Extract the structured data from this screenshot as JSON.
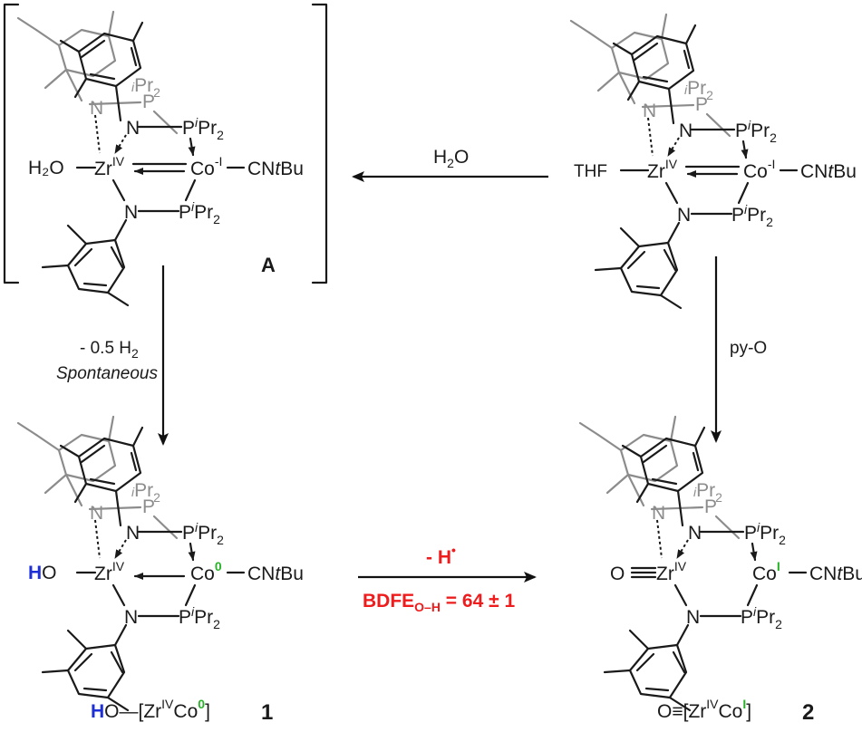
{
  "complex_A": {
    "label": "A",
    "ligand_left": "H₂O",
    "zr": "Zr",
    "zr_ox": "IV",
    "co": "Co",
    "co_ox": "-I",
    "cn": "CN",
    "tBu_t": "t",
    "tBu_bu": "Bu",
    "p_top": "P",
    "p_bottom": "P",
    "ipr_i": "i",
    "ipr": "Pr",
    "ipr_sub": "2",
    "n": "N"
  },
  "complex_start": {
    "ligand_left": "THF",
    "zr": "Zr",
    "zr_ox": "IV",
    "co": "Co",
    "co_ox": "-I",
    "cn": "CN",
    "tBu_t": "t",
    "tBu_bu": "Bu",
    "p": "P",
    "ipr_i": "i",
    "ipr": "Pr",
    "ipr_sub": "2",
    "n": "N"
  },
  "complex_1": {
    "ligand_h": "H",
    "ligand_o": "O",
    "zr": "Zr",
    "zr_ox": "IV",
    "co": "Co",
    "co_ox": "0",
    "cn": "CN",
    "tBu_t": "t",
    "tBu_bu": "Bu",
    "p": "P",
    "ipr_i": "i",
    "ipr": "Pr",
    "ipr_sub": "2",
    "n": "N",
    "formula_h": "H",
    "formula_rest1": "O—[Zr",
    "formula_zr_ox": "IV",
    "formula_co": "Co",
    "formula_co_ox": "0",
    "formula_end": "]",
    "number": "1"
  },
  "complex_2": {
    "ligand_o": "O",
    "zr": "Zr",
    "zr_ox": "IV",
    "co": "Co",
    "co_ox": "I",
    "cn": "CN",
    "tBu_t": "t",
    "tBu_bu": "Bu",
    "p": "P",
    "ipr_i": "i",
    "ipr": "Pr",
    "ipr_sub": "2",
    "n": "N",
    "formula_o": "O",
    "formula_triple": "≡",
    "formula_zr": "[Zr",
    "formula_zr_ox": "IV",
    "formula_co": "Co",
    "formula_co_ox": "I",
    "formula_end": "]",
    "number": "2"
  },
  "arrows": {
    "top": {
      "reagent_h": "H",
      "reagent_sub": "2",
      "reagent_o": "O"
    },
    "left": {
      "line1_a": "- 0.5 H",
      "line1_sub": "2",
      "line2": "Spontaneous"
    },
    "right": {
      "reagent": "py-O"
    },
    "bottom": {
      "line1": "- H",
      "line1_dot": "•",
      "line2_a": "BDFE",
      "line2_sub": "O–H",
      "line2_b": " = 64 ± 1"
    }
  },
  "colors": {
    "black": "#1a1a1a",
    "grey": "#8c8c8c",
    "red": "#ee1c1c",
    "blue": "#1f2fd6",
    "green": "#27b227"
  }
}
